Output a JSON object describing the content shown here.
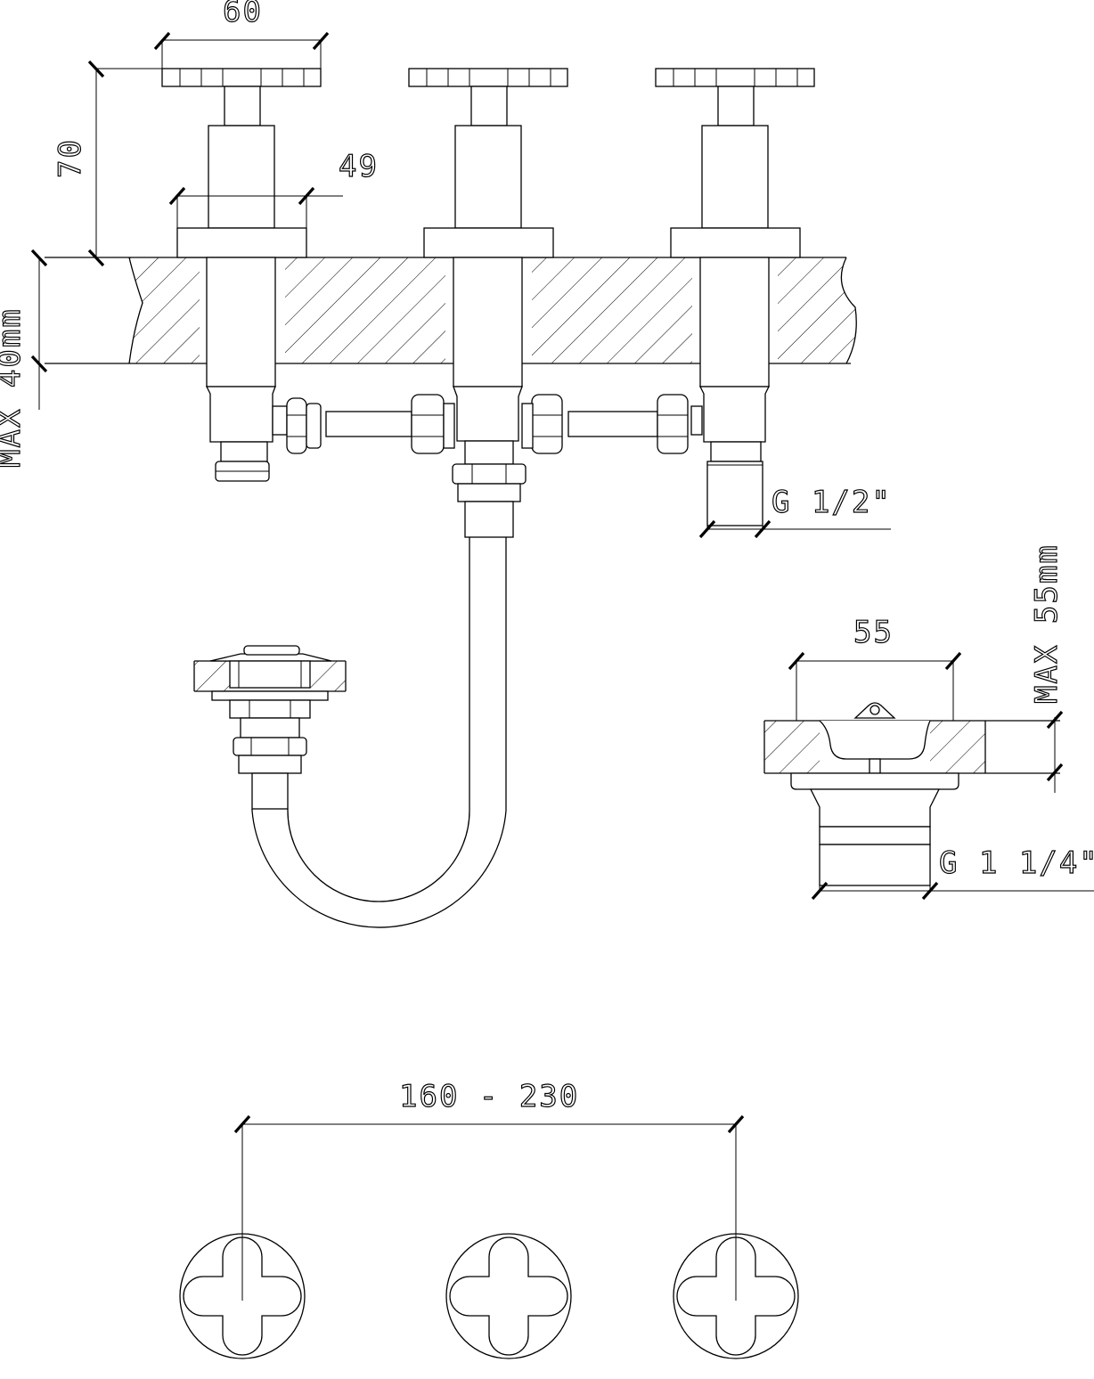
{
  "dimensions": {
    "handle_width": "60",
    "tap_height": "70",
    "base_diameter": "49",
    "max_deck_thickness": "MAX 40mm",
    "inlet_thread": "G 1/2\"",
    "waste_diameter": "55",
    "max_basin_thickness": "MAX 55mm",
    "waste_thread": "G 1 1/4\"",
    "tap_spacing": "160 - 230"
  },
  "icons": {
    "tap_handle_top_view": "cross-handle-icon"
  }
}
